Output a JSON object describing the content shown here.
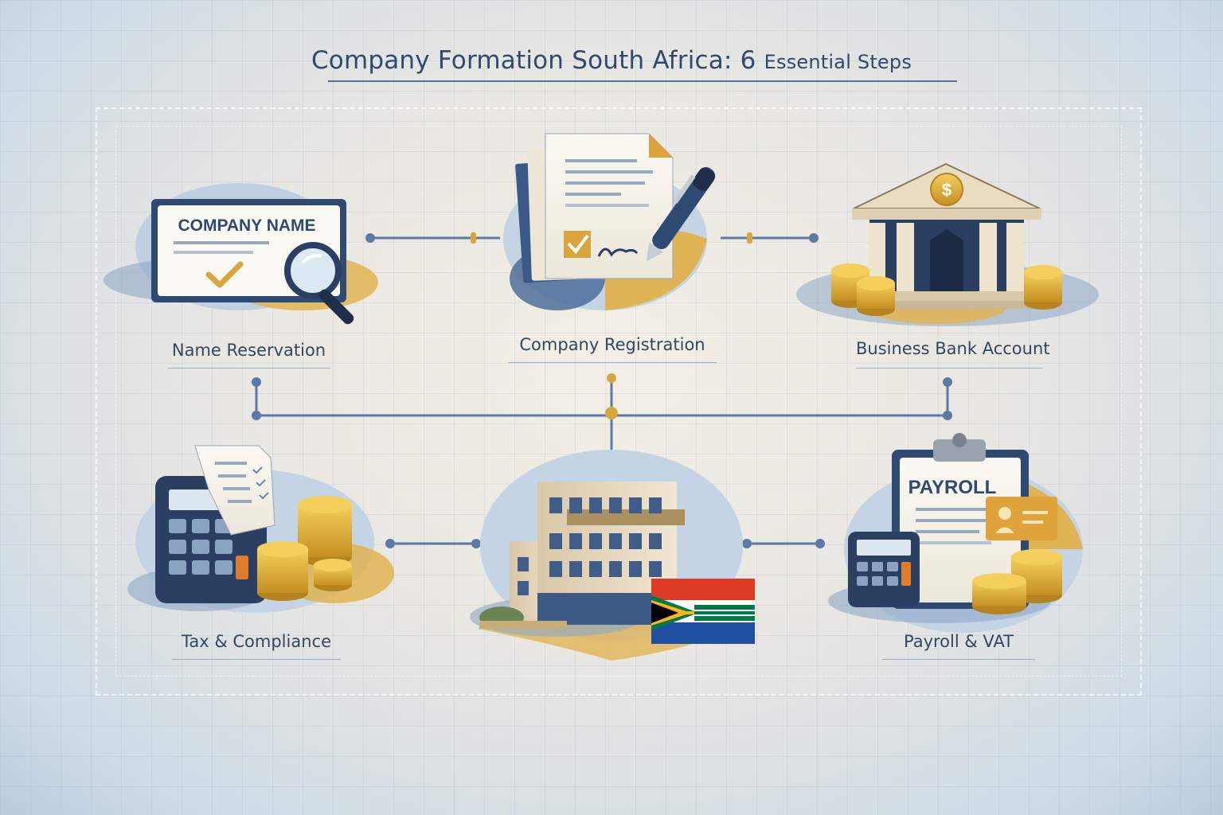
{
  "title": {
    "lead": "Company Formation South Africa: 6",
    "tail": "Essential Steps"
  },
  "steps": [
    {
      "label": "Name Reservation",
      "icon": "name-card-magnifier-icon",
      "card_text": "COMPANY NAME"
    },
    {
      "label": "Company Registration",
      "icon": "document-pen-icon"
    },
    {
      "label": "Business Bank Account",
      "icon": "bank-building-icon",
      "sign": "$"
    },
    {
      "label": "Tax & Compliance",
      "icon": "calculator-receipt-coins-icon"
    },
    {
      "label": "",
      "icon": "office-building-flag-icon"
    },
    {
      "label": "Payroll & VAT",
      "icon": "payroll-clipboard-icon",
      "card_text": "PAYROLL"
    }
  ],
  "colors": {
    "title": "#2f4a6e",
    "accent_blue": "#4f6f9a",
    "accent_gold": "#d9a63c",
    "navy": "#2b3f63",
    "connector": "#5b7aa6"
  }
}
